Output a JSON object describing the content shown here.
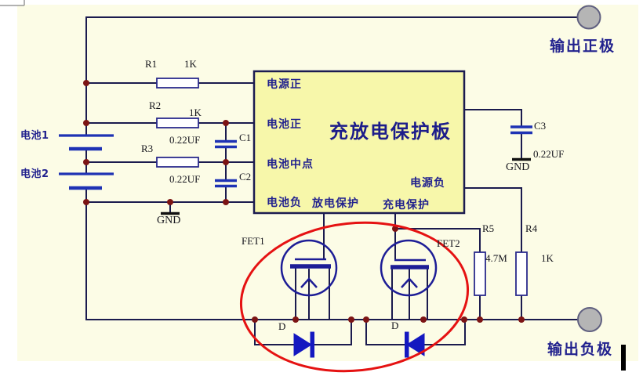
{
  "diagram": {
    "type": "circuit-schematic",
    "subject": "battery charge/discharge protection board"
  },
  "colors": {
    "canvas_bg": "#FCFCE6",
    "board_fill": "#F7F7AA",
    "wire": "#1b1b4e",
    "component_blue": "#1e32b4",
    "fet_blue": "#1d1d96",
    "diode_blue": "#1418c0",
    "junction_dot": "#7c1414",
    "highlight_ellipse": "#e51212",
    "label_blue": "#22228e",
    "label_black": "#15151d",
    "terminal_fill": "#b5b5b5"
  },
  "board": {
    "title": "充放电保护板",
    "pin_power_pos": "电源正",
    "pin_batt_pos": "电池正",
    "pin_batt_mid": "电池中点",
    "pin_batt_neg": "电池负",
    "pin_discharge": "放电保护",
    "pin_charge": "充电保护",
    "pin_power_neg": "电源负"
  },
  "terminals": {
    "positive": "输出正极",
    "negative": "输出负极"
  },
  "batteries": {
    "b1": "电池1",
    "b2": "电池2"
  },
  "components": {
    "r1": {
      "ref": "R1",
      "value": "1K"
    },
    "r2": {
      "ref": "R2",
      "value": "1K"
    },
    "r3": {
      "ref": "R3"
    },
    "r4": {
      "ref": "R4",
      "value": "1K"
    },
    "r5": {
      "ref": "R5",
      "value": "4.7M"
    },
    "c1": {
      "ref": "C1",
      "value": "0.22UF"
    },
    "c2": {
      "ref": "C2",
      "value": "0.22UF"
    },
    "c3": {
      "ref": "C3",
      "value": "0.22UF"
    },
    "fet1": {
      "ref": "FET1",
      "terminal": "D"
    },
    "fet2": {
      "ref": "FET2",
      "terminal": "D"
    },
    "gnd": "GND"
  }
}
